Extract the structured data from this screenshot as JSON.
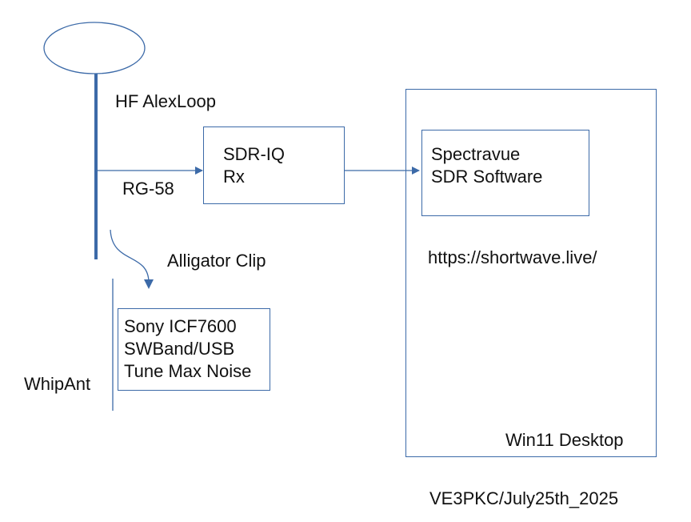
{
  "diagram": {
    "stroke_color": "#3c6aa8",
    "antenna": {
      "label": "HF AlexLoop",
      "icon": "loop-antenna-icon"
    },
    "coax_label": "RG-58",
    "clip_label": "Alligator Clip",
    "whip_label": "WhipAnt",
    "sdr_box": {
      "line1": "SDR-IQ",
      "line2": "Rx"
    },
    "software_box": {
      "line1": "Spectravue",
      "line2": "SDR Software"
    },
    "radio_box": {
      "line1": "Sony ICF7600",
      "line2": "SWBand/USB",
      "line3": "Tune Max Noise"
    },
    "desktop_box": {
      "label": "Win11 Desktop",
      "url": "https://shortwave.live/"
    },
    "footer": "VE3PKC/July25th_2025"
  }
}
